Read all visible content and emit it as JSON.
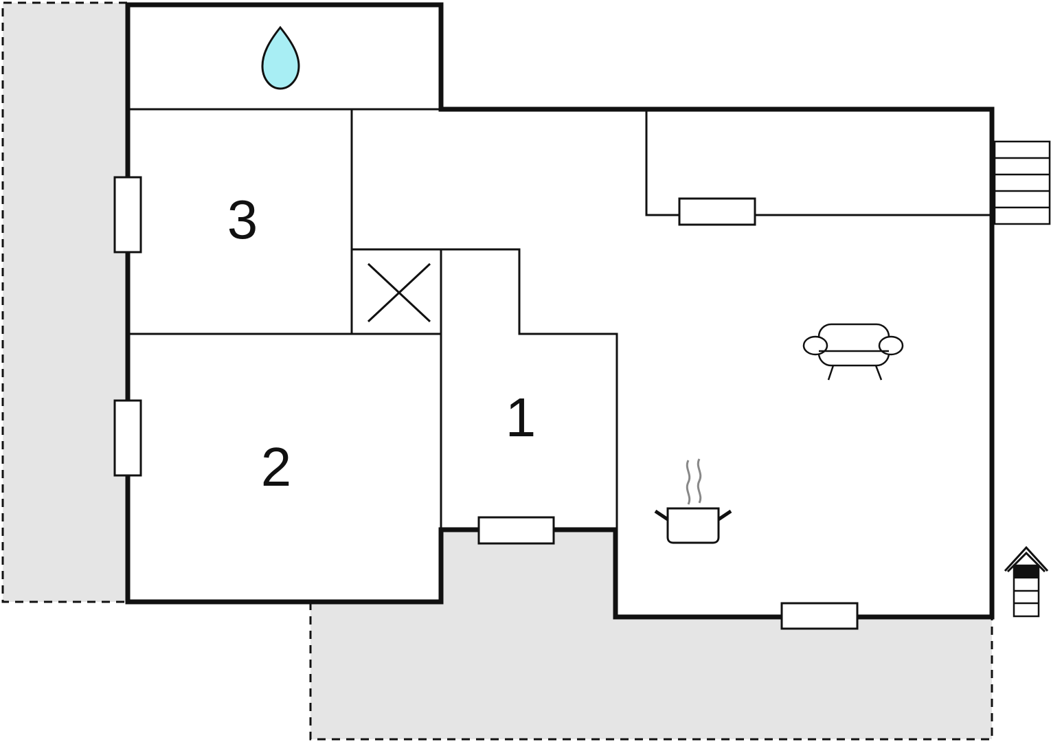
{
  "rooms": {
    "room_1": {
      "label": "1"
    },
    "room_2": {
      "label": "2"
    },
    "room_3": {
      "label": "3"
    }
  },
  "colors": {
    "terrace_fill": "#e5e5e5",
    "water_drop": "#a8eef4",
    "walls": "#111111",
    "steam": "#888888"
  },
  "icons": {
    "bathroom": "water-drop-icon",
    "living_room": "armchair-icon",
    "kitchen": "cooking-pot-icon",
    "shaft": "cross-icon",
    "stairs": "stairs-icon",
    "entrance": "house-entrance-icon"
  }
}
